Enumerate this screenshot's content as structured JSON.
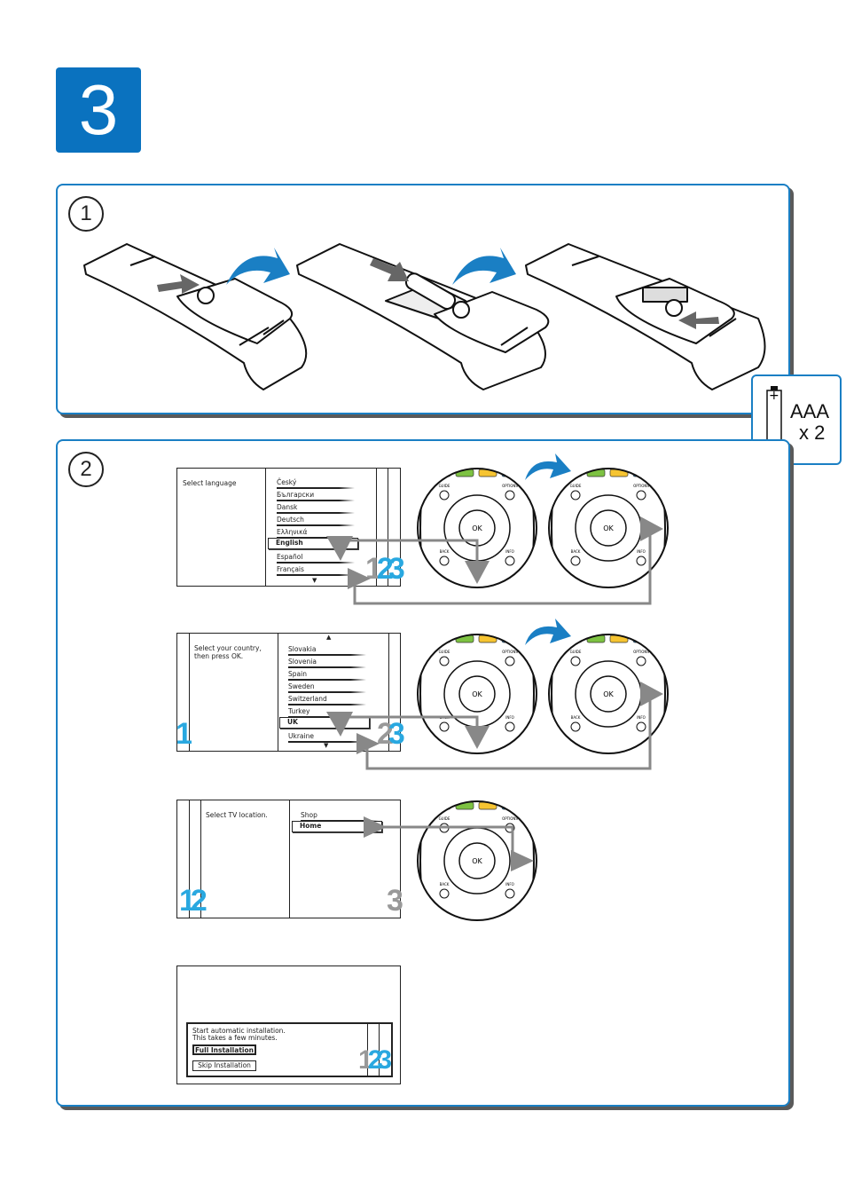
{
  "step_number": "3",
  "panel1": {
    "number": "1",
    "battery": {
      "type": "AAA",
      "count": "x 2",
      "plus": "+",
      "minus": "−"
    }
  },
  "panel2": {
    "number": "2",
    "language_screen": {
      "prompt": "Select language",
      "items": [
        "Český",
        "Български",
        "Dansk",
        "Deutsch",
        "Ελληνικά",
        "English",
        "Español",
        "Français"
      ],
      "selected": "English",
      "steps": [
        "1",
        "2",
        "3"
      ]
    },
    "country_screen": {
      "prompt": "Select your country, then press OK.",
      "items": [
        "Slovakia",
        "Slovenia",
        "Spain",
        "Sweden",
        "Switzerland",
        "Turkey",
        "UK",
        "Ukraine"
      ],
      "selected": "UK",
      "steps": [
        "1",
        "2",
        "3"
      ]
    },
    "location_screen": {
      "prompt": "Select TV location.",
      "items": [
        "Shop",
        "Home"
      ],
      "selected": "Home",
      "steps": [
        "1",
        "2",
        "3"
      ]
    },
    "install_screen": {
      "message_line1": "Start automatic installation.",
      "message_line2": "This takes a few minutes.",
      "full_label": "Full Installation",
      "skip_label": "Skip Installation",
      "steps": [
        "1",
        "2",
        "3"
      ]
    },
    "remote": {
      "guide": "GUIDE",
      "options": "OPTIONS",
      "back": "BACK",
      "info": "INFO",
      "ok": "OK"
    },
    "colors": {
      "red": "#e0262e",
      "green": "#7dc242",
      "yellow": "#f6c431",
      "blue": "#1a7fc4"
    }
  }
}
